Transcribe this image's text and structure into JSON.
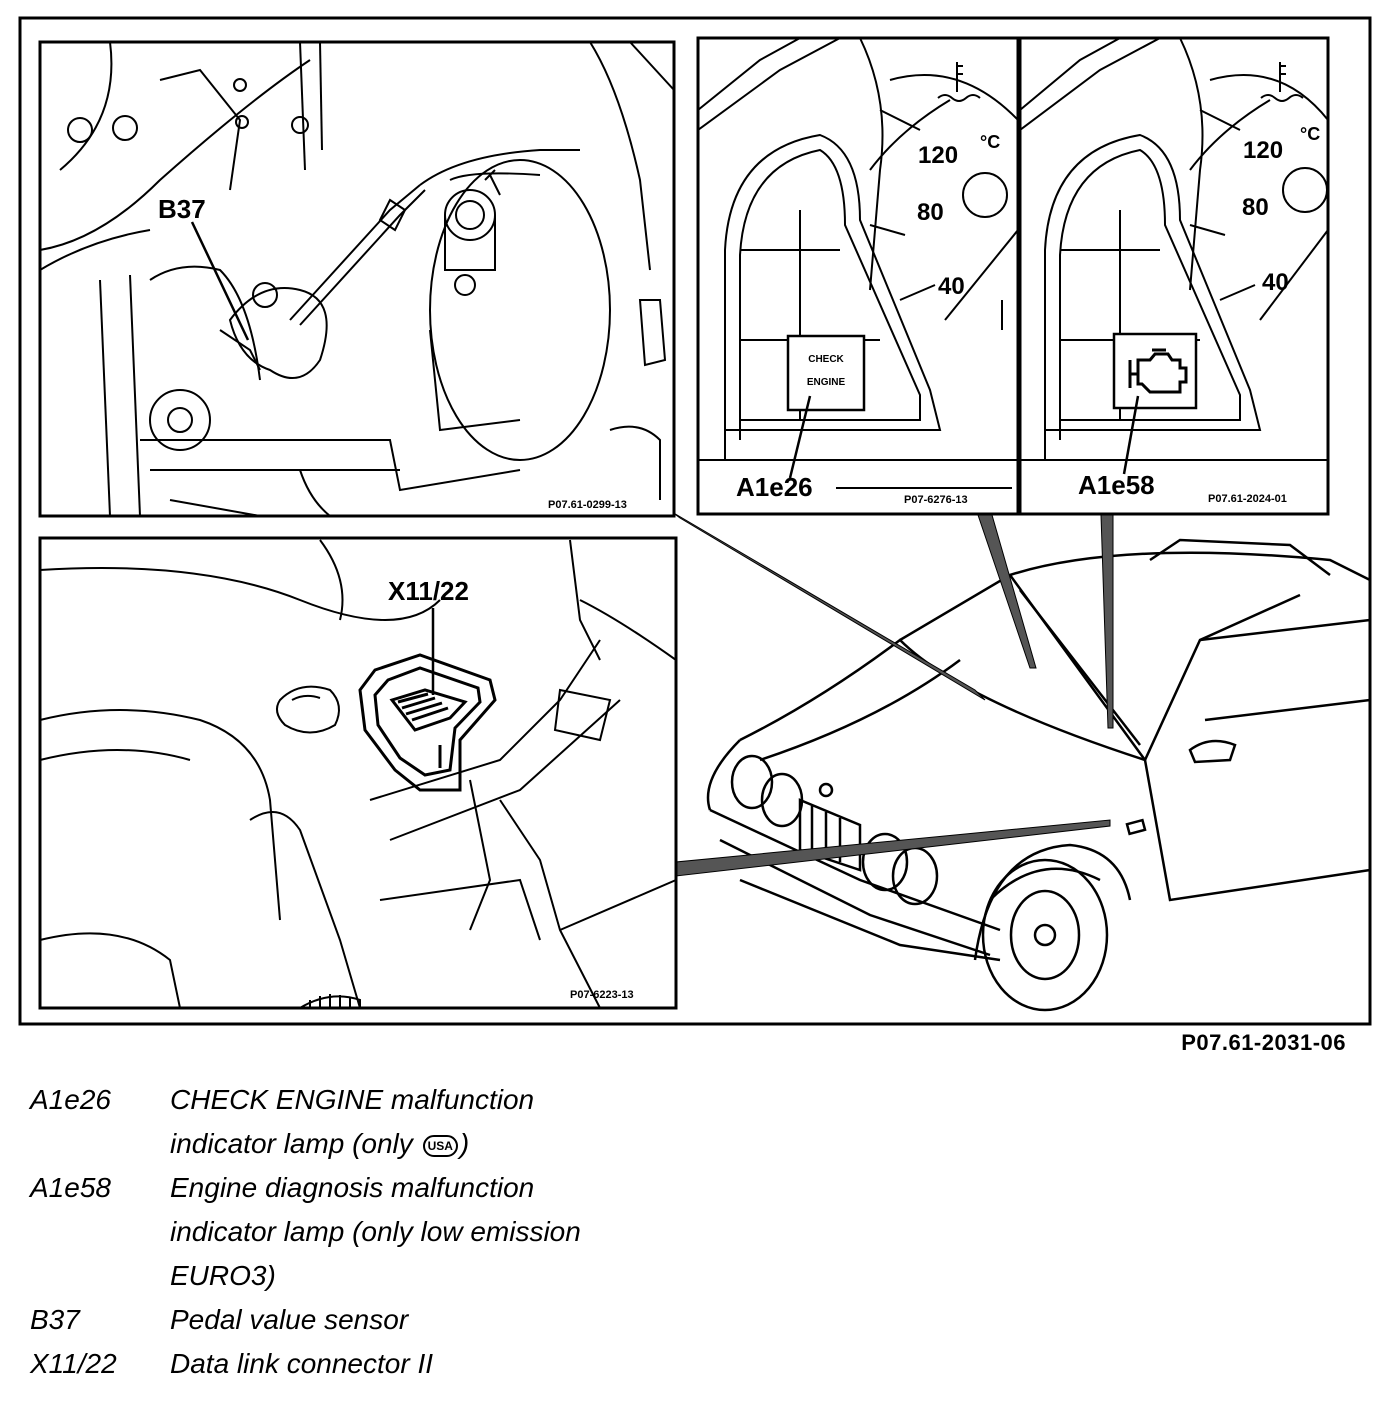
{
  "figure_id": "P07.61-2031-06",
  "panels": {
    "pedal": {
      "label": "B37",
      "ref": "P07.61-0299-13"
    },
    "connector": {
      "label": "X11/22",
      "ref": "P07-6223-13"
    },
    "cluster_usa": {
      "label": "A1e26",
      "ref": "P07-6276-13",
      "lamp_text_1": "CHECK",
      "lamp_text_2": "ENGINE",
      "temp_unit": "°C",
      "tick_1": "120",
      "tick_2": "80",
      "tick_3": "40"
    },
    "cluster_euro": {
      "label": "A1e58",
      "ref": "P07.61-2024-01",
      "temp_unit": "°C",
      "tick_1": "120",
      "tick_2": "80",
      "tick_3": "40",
      "lamp_icon": "engine-icon"
    }
  },
  "legend": [
    {
      "code": "A1e26",
      "line_1": "CHECK ENGINE malfunction",
      "line_2a": "indicator lamp (only ",
      "badge": "USA",
      "line_2b": ")"
    },
    {
      "code": "A1e58",
      "line_1": "Engine diagnosis malfunction",
      "line_2": "indicator lamp (only low emission",
      "line_3": "EURO3)"
    },
    {
      "code": "B37",
      "line_1": "Pedal value sensor"
    },
    {
      "code": "X11/22",
      "line_1": "Data link connector II"
    }
  ]
}
